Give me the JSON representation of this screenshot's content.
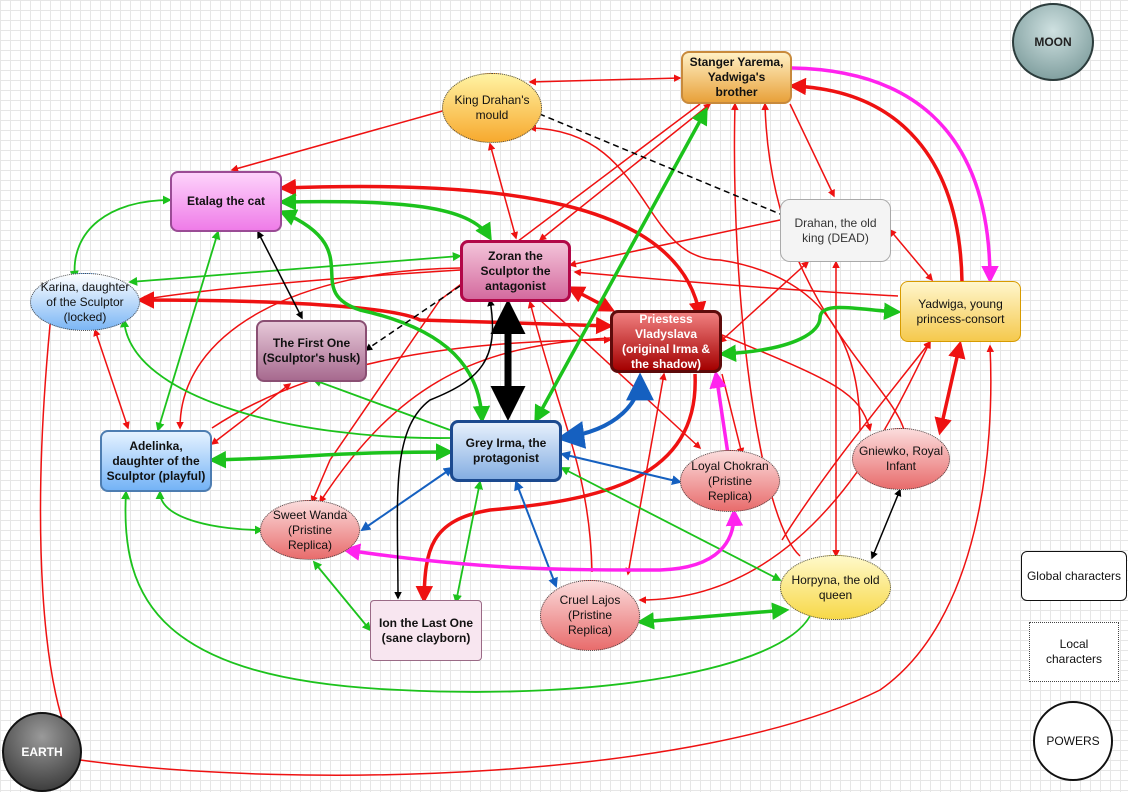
{
  "nodes": {
    "moon": "MOON",
    "earth": "EARTH",
    "yarema": "Stanger Yarema, Yadwiga's brother",
    "drahan_mould": "King Drahan's mould",
    "etalag": "Etalag the cat",
    "zoran": "Zoran the Sculptor the antagonist",
    "drahan_old": "Drahan, the old king (DEAD)",
    "karina": "Karina, daughter of the Sculptor (locked)",
    "firstone": "The First One (Sculptor's husk)",
    "vladyslava": "Priestess Vladyslava (original Irma & the shadow)",
    "yadwiga": "Yadwiga, young princess-consort",
    "adelinka": "Adelinka, daughter of the Sculptor (playful)",
    "irma": "Grey Irma, the protagonist",
    "chokran": "Loyal Chokran (Pristine Replica)",
    "gniewko": "Gniewko, Royal Infant",
    "wanda": "Sweet Wanda (Pristine Replica)",
    "horpyna": "Horpyna, the old queen",
    "lajos": "Cruel Lajos (Pristine Replica)",
    "ion": "Ion the Last One (sane clayborn)"
  },
  "legend": {
    "global": "Global characters",
    "local": "Local characters",
    "powers": "POWERS"
  },
  "colors": {
    "red": "#ee1111",
    "green": "#1cc21c",
    "blue": "#1560c0",
    "magenta": "#ff22ee",
    "black": "#000000"
  }
}
